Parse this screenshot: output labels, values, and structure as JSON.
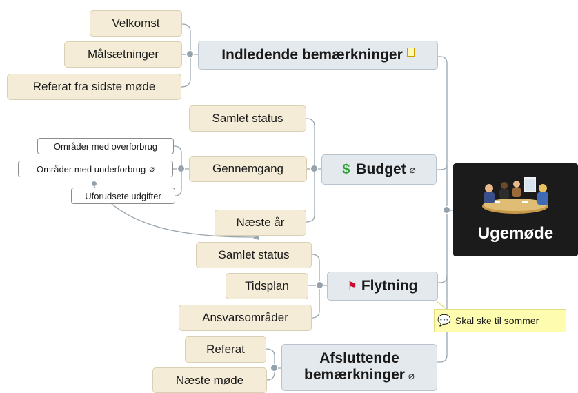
{
  "central": {
    "label": "Ugemøde"
  },
  "topics": [
    {
      "label": "Indledende bemærkninger",
      "icon": "note-icon",
      "subtopics": [
        "Velkomst",
        "Målsætninger",
        "Referat fra sidste møde"
      ]
    },
    {
      "label": "Budget",
      "icon_left": "dollar-icon",
      "icon": "paperclip-icon",
      "subtopics": [
        "Samlet status",
        "Gennemgang",
        "Næste år"
      ],
      "gennemgang_children": [
        "Områder med overforbrug",
        "Områder med underforbrug",
        "Uforudsete udgifter"
      ]
    },
    {
      "label": "Flytning",
      "icon_left": "flag-icon",
      "subtopics": [
        "Samlet status",
        "Tidsplan",
        "Ansvarsområder"
      ]
    },
    {
      "label_line1": "Afsluttende",
      "label_line2": "bemærkninger",
      "icon": "paperclip-icon",
      "subtopics": [
        "Referat",
        "Næste møde"
      ]
    }
  ],
  "callout": {
    "text": "Skal ske til sommer",
    "icon": "speech-bubble-icon"
  },
  "colors": {
    "topic_bg": "#e4e9ee",
    "subtopic_bg": "#f4ecd7",
    "central_bg": "#1b1b1b",
    "callout_bg": "#fdfcaf",
    "connector": "#95a1ab"
  }
}
